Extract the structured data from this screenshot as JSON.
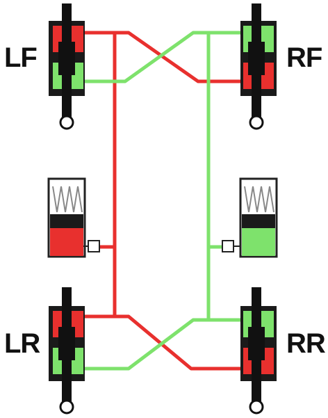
{
  "labels": {
    "lf": "LF",
    "rf": "RF",
    "lr": "LR",
    "rr": "RR"
  },
  "colors": {
    "circuit_a": "#e8302e",
    "circuit_b": "#7ee26c",
    "caliper": "#1a1a1a",
    "spring": "#888888",
    "outline": "#222222"
  }
}
